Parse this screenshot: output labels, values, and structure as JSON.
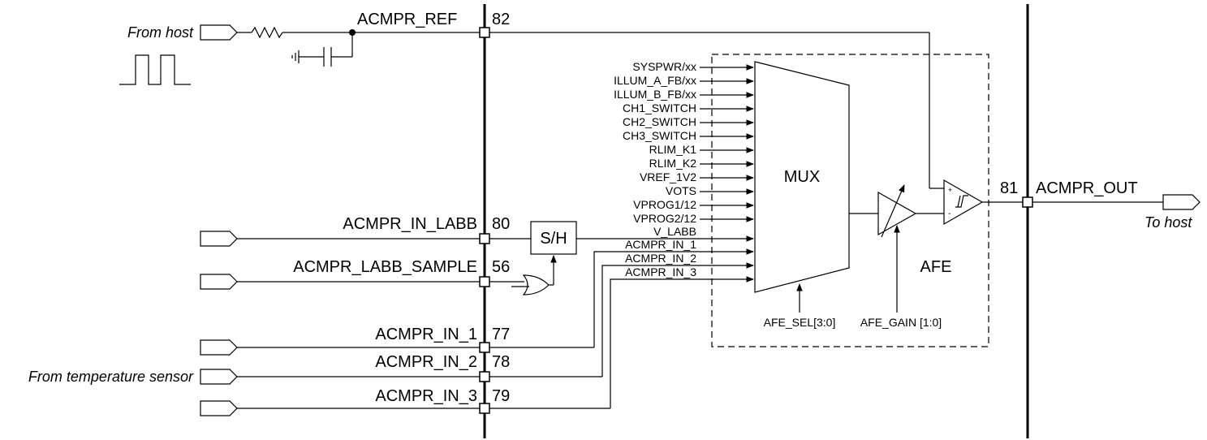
{
  "pins": {
    "ref": {
      "name": "ACMPR_REF",
      "number": "82"
    },
    "in_labb": {
      "name": "ACMPR_IN_LABB",
      "number": "80"
    },
    "labb_sample": {
      "name": "ACMPR_LABB_SAMPLE",
      "number": "56"
    },
    "in_1": {
      "name": "ACMPR_IN_1",
      "number": "77"
    },
    "in_2": {
      "name": "ACMPR_IN_2",
      "number": "78"
    },
    "in_3": {
      "name": "ACMPR_IN_3",
      "number": "79"
    },
    "out": {
      "name": "ACMPR_OUT",
      "number": "81"
    }
  },
  "io_labels": {
    "from_host": "From host",
    "from_temp_sensor": "From temperature sensor",
    "to_host": "To host"
  },
  "mux_inputs": [
    "SYSPWR/xx",
    "ILLUM_A_FB/xx",
    "ILLUM_B_FB/xx",
    "CH1_SWITCH",
    "CH2_SWITCH",
    "CH3_SWITCH",
    "RLIM_K1",
    "RLIM_K2",
    "VREF_1V2",
    "VOTS",
    "VPROG1/12",
    "VPROG2/12",
    "V_LABB",
    "ACMPR_IN_1",
    "ACMPR_IN_2",
    "ACMPR_IN_3"
  ],
  "blocks": {
    "mux": "MUX",
    "sample_hold": "S/H",
    "afe": "AFE"
  },
  "controls": {
    "afe_sel": "AFE_SEL[3:0]",
    "afe_gain": "AFE_GAIN [1:0]"
  }
}
